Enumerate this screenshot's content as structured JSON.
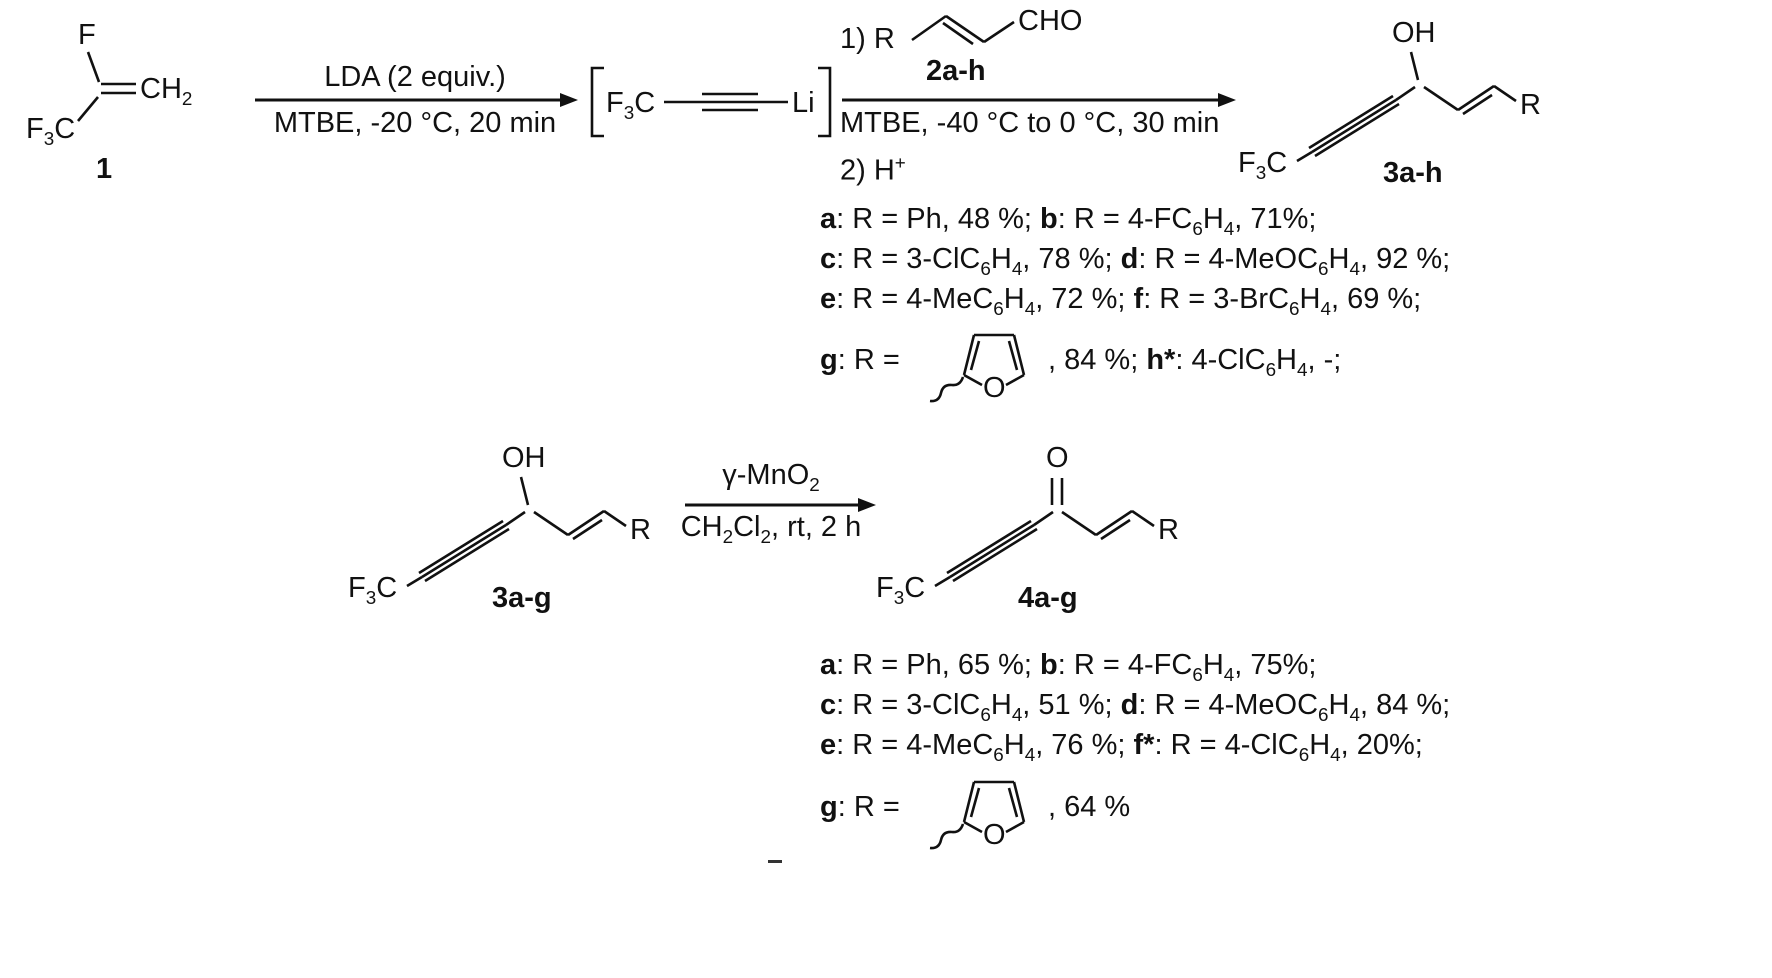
{
  "scheme1": {
    "compound1": {
      "F": "F",
      "CH2": "CH2",
      "F3C": "F3C",
      "label": "1"
    },
    "arrow1": {
      "above": "LDA (2 equiv.)",
      "below": "MTBE, -20 °C, 20 min"
    },
    "intermediate": {
      "F3C": "F3C",
      "Li": "Li"
    },
    "aldehyde": {
      "prefix": "1) R",
      "CHO": "CHO",
      "label": "2a-h"
    },
    "arrow2": {
      "below1": "MTBE, -40 °C to 0 °C, 30 min",
      "below2": "2) H+"
    },
    "product": {
      "OH": "OH",
      "F3C": "F3C",
      "R": "R",
      "label": "3a-h"
    },
    "subs_lines": [
      [
        {
          "k": "a",
          "t": ": R = Ph, 48 %; "
        },
        {
          "k": "b",
          "t": ": R = 4-FC6H4, 71%;"
        }
      ],
      [
        {
          "k": "c",
          "t": ": R = 3-ClC6H4, 78 %; "
        },
        {
          "k": "d",
          "t": ": R = 4-MeOC6H4, 92 %;"
        }
      ],
      [
        {
          "k": "e",
          "t": ": R = 4-MeC6H4, 72 %; "
        },
        {
          "k": "f",
          "t": ": R = 3-BrC6H4, 69 %;"
        }
      ]
    ],
    "furyl_line": {
      "k": "g",
      "pre": ": R = ",
      "post": ", 84 %; ",
      "k2": "h*",
      "t2": ": 4-ClC6H4, -;",
      "O": "O"
    }
  },
  "scheme2": {
    "reactant": {
      "OH": "OH",
      "F3C": "F3C",
      "R": "R",
      "label": "3a-g"
    },
    "arrow": {
      "above": "γ-MnO2",
      "below": "CH2Cl2, rt, 2 h"
    },
    "product": {
      "O": "O",
      "F3C": "F3C",
      "R": "R",
      "label": "4a-g"
    },
    "subs_lines": [
      [
        {
          "k": "a",
          "t": ": R = Ph, 65 %; "
        },
        {
          "k": "b",
          "t": ": R = 4-FC6H4, 75%;"
        }
      ],
      [
        {
          "k": "c",
          "t": ": R = 3-ClC6H4, 51 %; "
        },
        {
          "k": "d",
          "t": ": R = 4-MeOC6H4, 84 %;"
        }
      ],
      [
        {
          "k": "e",
          "t": ": R = 4-MeC6H4, 76 %; "
        },
        {
          "k": "f*",
          "t": ": R = 4-ClC6H4, 20%;"
        }
      ]
    ],
    "furyl_line": {
      "k": "g",
      "pre": ": R = ",
      "post": ", 64 %",
      "O": "O"
    }
  },
  "colors": {
    "ink": "#111111",
    "background": "#ffffff"
  }
}
